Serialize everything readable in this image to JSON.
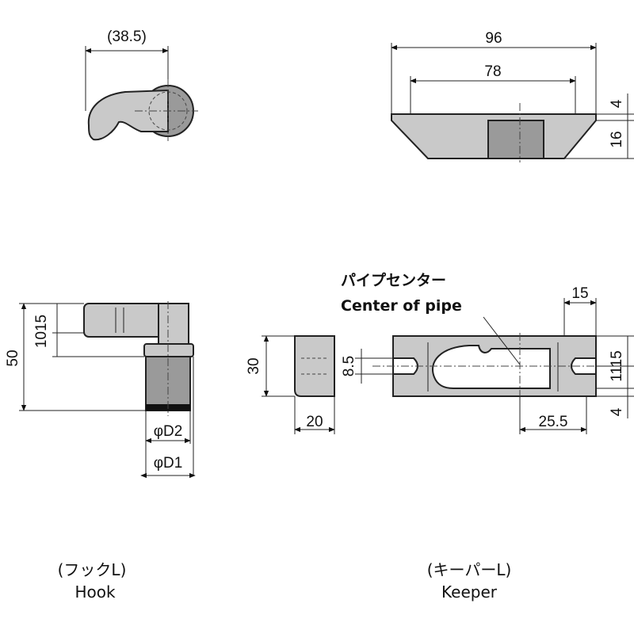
{
  "hook": {
    "caption_jp": "(フックL)",
    "caption_en": "Hook",
    "dims": {
      "top_width": "(38.5)",
      "height": "50",
      "upper_split": "1015",
      "shaft_d2": "φD2",
      "shaft_d1": "φD1"
    }
  },
  "keeper": {
    "caption_jp": "(キーパーL)",
    "caption_en": "Keeper",
    "pipe_center_jp": "パイプセンター",
    "pipe_center_en": "Center of pipe",
    "dims": {
      "overall_width": "96",
      "inner_width": "78",
      "top_thickness": "4",
      "side_height": "16",
      "side_view_height": "30",
      "slot": "8.5",
      "side_view_width": "20",
      "center_offset": "25.5",
      "right_offset": "15",
      "right_column": "1115",
      "right_bottom": "4"
    }
  },
  "colors": {
    "part_fill": "#c9c9c9",
    "part_shade": "#9a9a9a",
    "line": "#222222"
  }
}
